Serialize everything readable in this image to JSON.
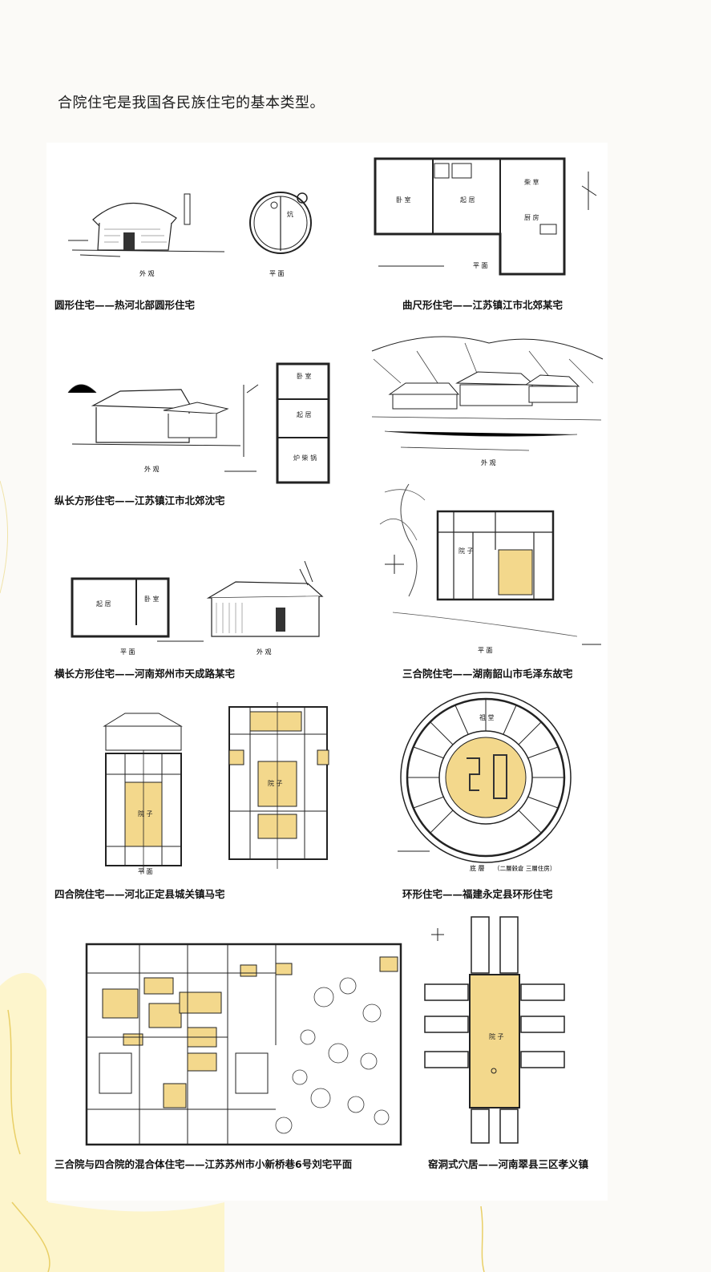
{
  "intro": "合院住宅是我国各民族住宅的基本类型。",
  "colors": {
    "highlight": "#f3d88c",
    "ink": "#1a1a1a",
    "background_wash": "#fdf3c4"
  },
  "figures": [
    {
      "id": "round",
      "caption": "圆形住宅——热河北部圆形住宅",
      "view_labels": [
        "外 观",
        "平 面"
      ]
    },
    {
      "id": "l-shape",
      "caption": "曲尺形住宅——江苏镇江市北郊某宅",
      "view_labels": [
        "平 面"
      ]
    },
    {
      "id": "vertical-rect",
      "caption": "纵长方形住宅——江苏镇江市北郊沈宅",
      "view_labels": [
        "外 观"
      ]
    },
    {
      "id": "horizontal-rect",
      "caption": "横长方形住宅——河南郑州市天成路某宅",
      "view_labels": [
        "平 面",
        "外 观"
      ]
    },
    {
      "id": "sanheyuan",
      "caption": "三合院住宅——湖南韶山市毛泽东故宅",
      "view_labels": [
        "外 观",
        "平 面"
      ]
    },
    {
      "id": "siheyuan",
      "caption": "四合院住宅——河北正定县城关镇马宅",
      "view_labels": [
        "平 面"
      ]
    },
    {
      "id": "ring",
      "caption": "环形住宅——福建永定县环形住宅",
      "view_labels": [
        "底 層",
        "（二層穀倉 三層住房）"
      ]
    },
    {
      "id": "mixed",
      "caption": "三合院与四合院的混合体住宅——江苏苏州市小新桥巷6号刘宅平面",
      "view_labels": []
    },
    {
      "id": "cave",
      "caption": "窑洞式穴居——河南翠县三区孝义镇",
      "view_labels": []
    }
  ]
}
